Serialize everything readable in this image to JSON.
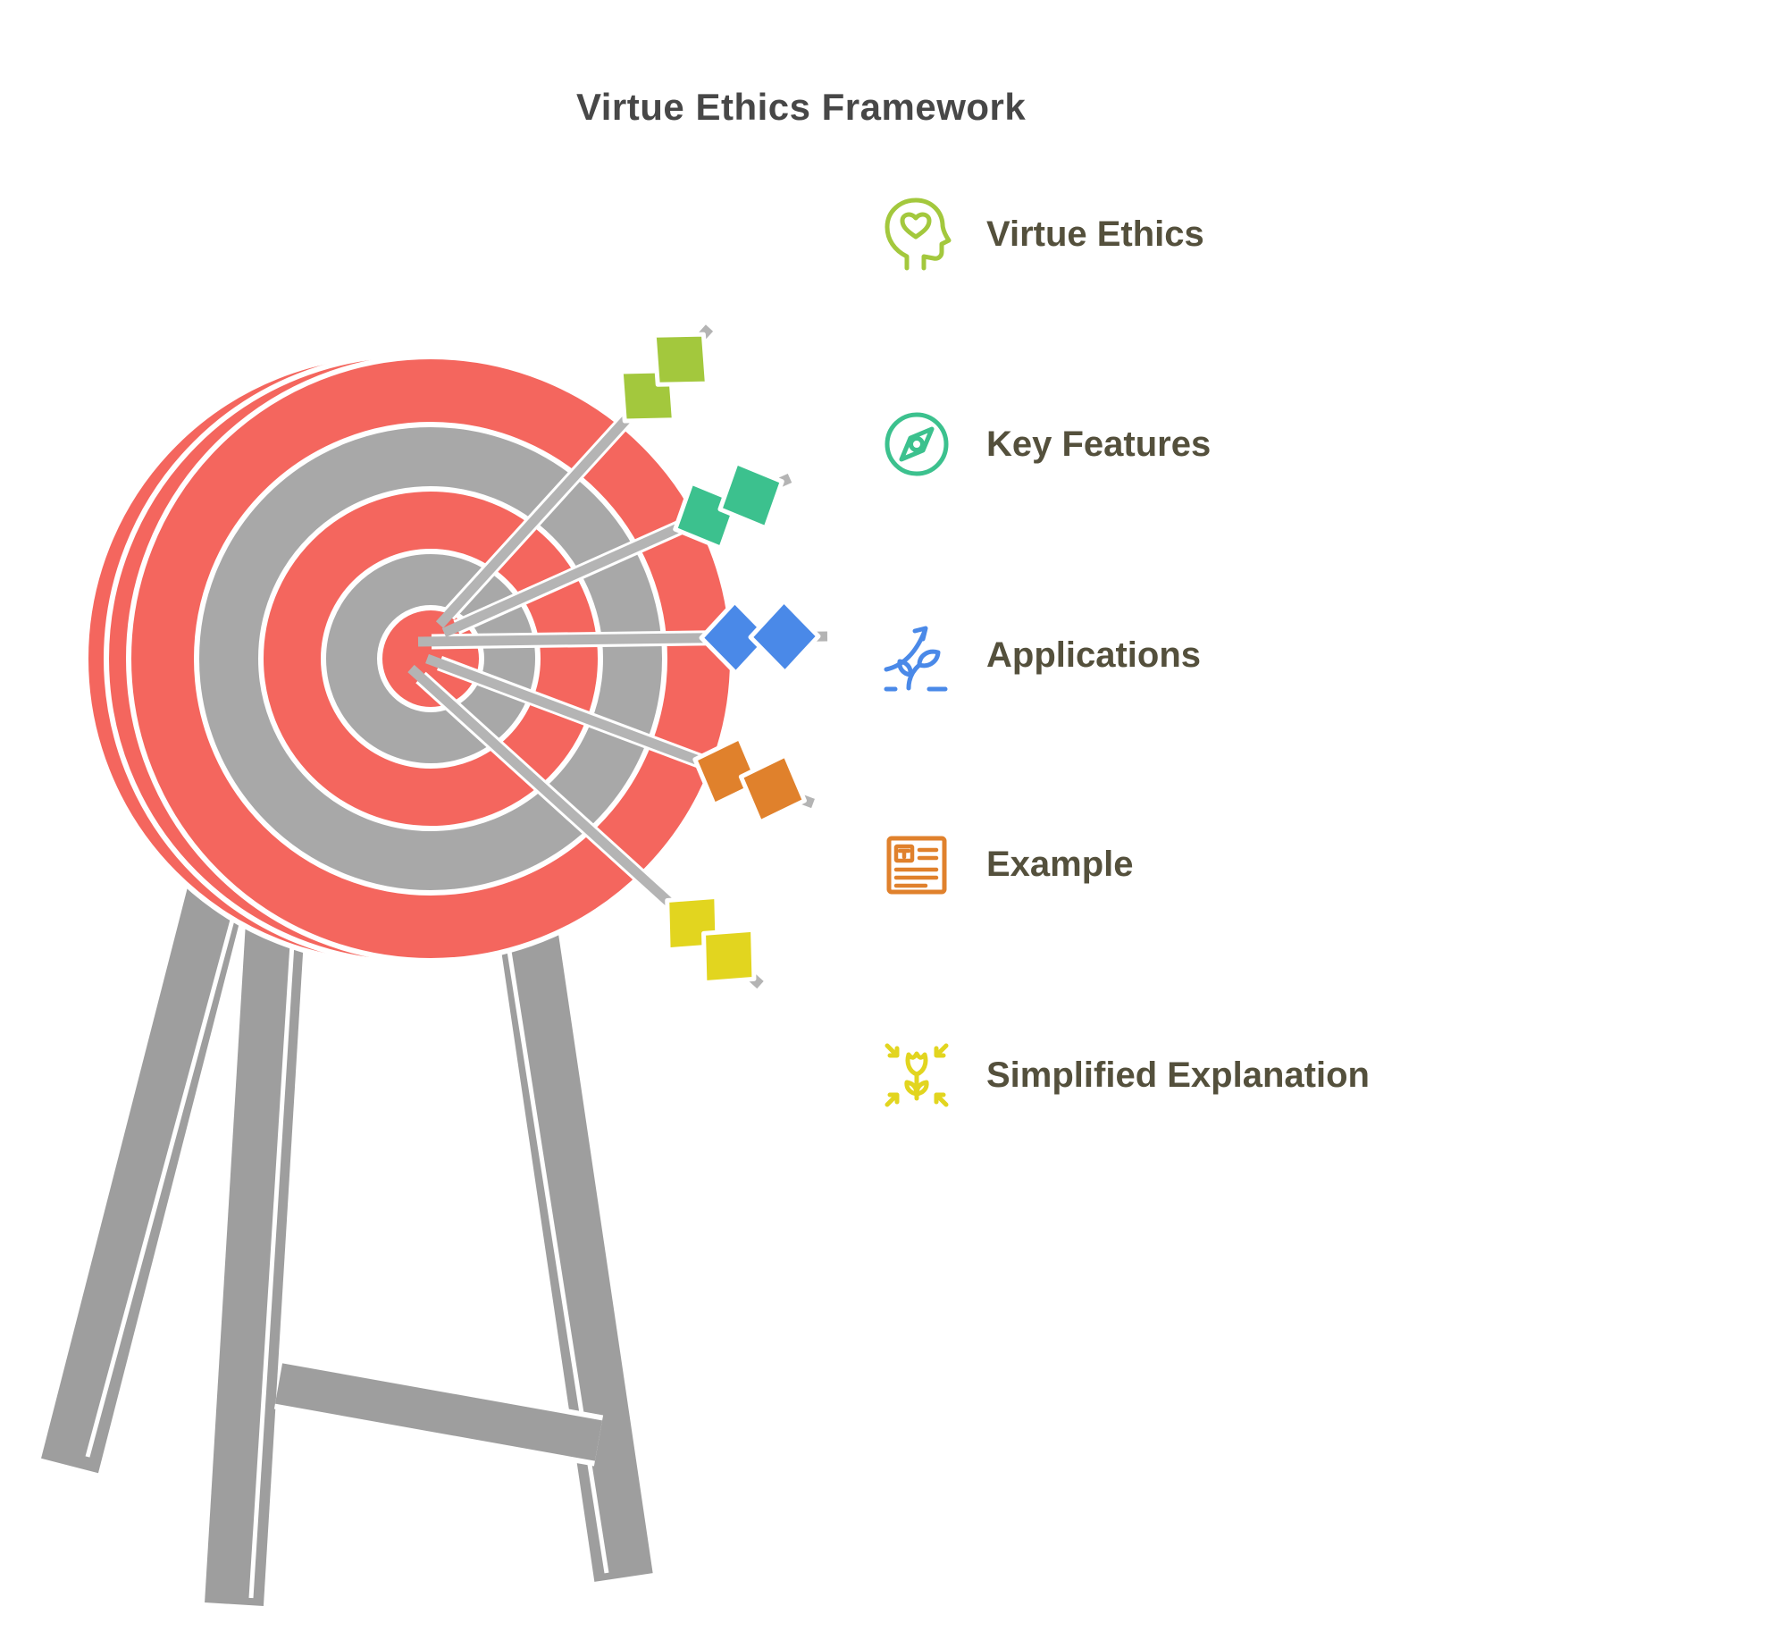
{
  "title": "Virtue Ethics Framework",
  "legend": {
    "items": [
      {
        "label": "Virtue Ethics",
        "icon": "head-heart-icon",
        "color": "#a3c83d"
      },
      {
        "label": "Key Features",
        "icon": "compass-icon",
        "color": "#3cc18e"
      },
      {
        "label": "Applications",
        "icon": "growth-icon",
        "color": "#4a89e8"
      },
      {
        "label": "Example",
        "icon": "document-icon",
        "color": "#e0812c"
      },
      {
        "label": "Simplified Explanation",
        "icon": "flower-icon",
        "color": "#e2d51f"
      }
    ]
  },
  "figure": {
    "description": "Archery target on a wooden stand with five arrows in the bullseye",
    "target_red": "#f4665e",
    "target_gray": "#a8a8a8",
    "stand_gray": "#9e9e9e",
    "shaft_gray": "#b4b4b4",
    "fletchings": [
      "#a3c83d",
      "#3cc18e",
      "#4a89e8",
      "#e0812c",
      "#e2d51f"
    ]
  },
  "colors": {
    "background": "#ffffff",
    "title_text": "#474747",
    "label_text": "#54503c"
  }
}
